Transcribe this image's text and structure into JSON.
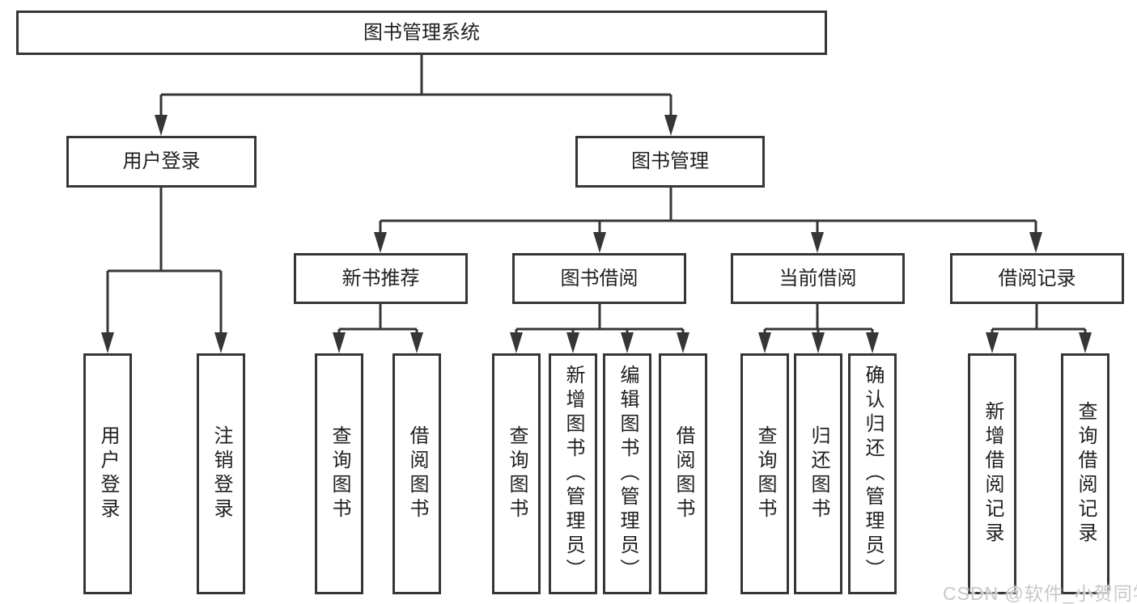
{
  "tree": {
    "label": "图书管理系统",
    "children": [
      {
        "label": "用户登录",
        "children": [
          {
            "label": "用户登录"
          },
          {
            "label": "注销登录"
          }
        ]
      },
      {
        "label": "图书管理",
        "children": [
          {
            "label": "新书推荐",
            "children": [
              {
                "label": "查询图书"
              },
              {
                "label": "借阅图书"
              }
            ]
          },
          {
            "label": "图书借阅",
            "children": [
              {
                "label": "查询图书"
              },
              {
                "label": "新增图书（管理员）"
              },
              {
                "label": "编辑图书（管理员）"
              },
              {
                "label": "借阅图书"
              }
            ]
          },
          {
            "label": "当前借阅",
            "children": [
              {
                "label": "查询图书"
              },
              {
                "label": "归还图书"
              },
              {
                "label": "确认归还（管理员）"
              }
            ]
          },
          {
            "label": "借阅记录",
            "children": [
              {
                "label": "新增借阅记录"
              },
              {
                "label": "查询借阅记录"
              }
            ]
          }
        ]
      }
    ]
  },
  "watermark": "CSDN @软件_小贺同学",
  "colors": {
    "line": "#363636",
    "border": "#363636",
    "text": "#1f1f1f",
    "watermark": "#c8c8c8",
    "background": "#ffffff"
  }
}
